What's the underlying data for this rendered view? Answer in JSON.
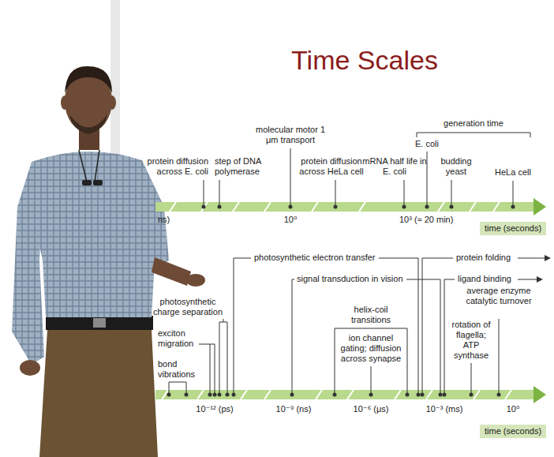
{
  "diagram": {
    "title": "Time Scales",
    "nodes": [
      {
        "text": [
          "time (seconds)"
        ]
      },
      {
        "text": [
          "time (seconds)"
        ]
      }
    ],
    "labels": [
      "protein diffusion across E. coli",
      "step of DNA polymerase",
      "molecular motor 1 μm transport",
      "protein diffusion across HeLa cell",
      "mRNA half life in E. coli",
      "generation time",
      "E. coli",
      "budding yeast",
      "HeLa cell",
      "ns)",
      "10⁰",
      "10³ (≈ 20 min)",
      "photosynthetic electron transfer",
      "protein folding",
      "signal transduction in vision",
      "ligand binding",
      "photosynthetic charge separation",
      "helix-coil transitions",
      "average enzyme catalytic turnover",
      "exciton migration",
      "ion channel gating; diffusion across synapse",
      "rotation of flagella; ATP synthase",
      "bond vibrations",
      "10⁻¹² (ps)",
      "10⁻⁹ (ns)",
      "10⁻⁶ (μs)",
      "10⁻³ (ms)",
      "10⁰"
    ]
  }
}
